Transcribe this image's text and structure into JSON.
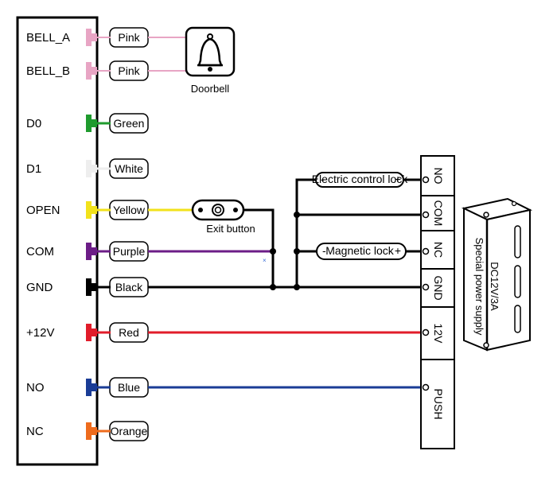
{
  "controller": {
    "terminals": [
      {
        "label": "BELL_A",
        "wire": "Pink",
        "color": "#e8a5c4"
      },
      {
        "label": "BELL_B",
        "wire": "Pink",
        "color": "#e8a5c4"
      },
      {
        "label": "D0",
        "wire": "Green",
        "color": "#1f9b2e"
      },
      {
        "label": "D1",
        "wire": "White",
        "color": "#eeeeee"
      },
      {
        "label": "OPEN",
        "wire": "Yellow",
        "color": "#f2e21b"
      },
      {
        "label": "COM",
        "wire": "Purple",
        "color": "#6c1d87"
      },
      {
        "label": "GND",
        "wire": "Black",
        "color": "#000000"
      },
      {
        "label": "+12V",
        "wire": "Red",
        "color": "#e11c2a"
      },
      {
        "label": "NO",
        "wire": "Blue",
        "color": "#1a3c96"
      },
      {
        "label": "NC",
        "wire": "Orange",
        "color": "#ee6b1d"
      }
    ]
  },
  "doorbell": {
    "label": "Doorbell"
  },
  "exit_button": {
    "label": "Exit button"
  },
  "locks": {
    "electric": "Electric control lock",
    "magnetic": "Magnetic lock"
  },
  "terminal_block": {
    "terminals": [
      "NO",
      "COM",
      "NC",
      "GND",
      "12V",
      "PUSH"
    ]
  },
  "power_supply": {
    "line1": "DC12V/3A",
    "line2": "Special power supply"
  }
}
